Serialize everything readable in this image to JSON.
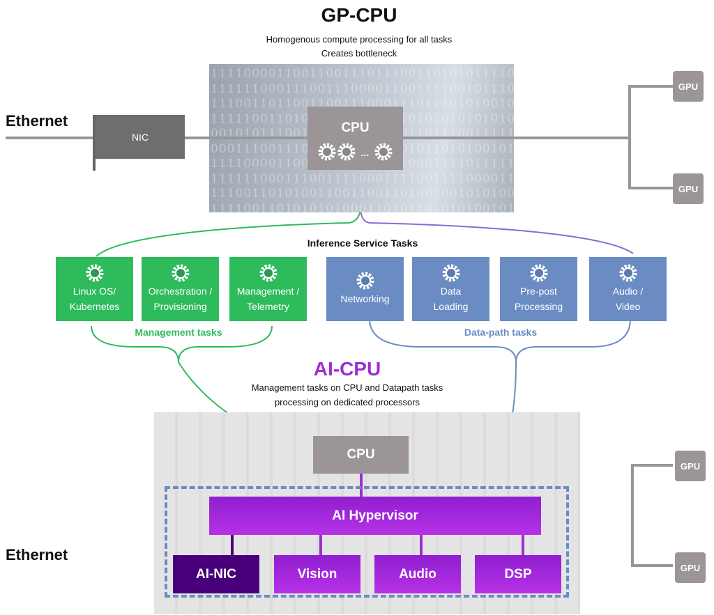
{
  "top": {
    "title": "GP-CPU",
    "subtitle": [
      "Homogenous compute processing for all tasks",
      "Creates bottleneck"
    ],
    "ethernet": "Ethernet",
    "nic": "NIC",
    "cpu": "CPU",
    "ellipsis": "...",
    "gpus": [
      "GPU",
      "GPU"
    ],
    "binary": "1111000011001100111011100110101011110000\n1111110001110011100001100111100101110000\n1110011011001100111000111011101010010101\n1111100110101011110001010101010101010110\n0010101110011101011100101101110011111100\n0001110011101001010101101011010100101110\n1111000011001101011000110001111011111100\n1111110001110011110001111001111000011100\n1110011010100110011001101001001010100111\n1111001101010101000110101101010100101110\n0010101110011011001100110011110001111100"
  },
  "tasks": {
    "heading": "Inference Service Tasks",
    "management": {
      "label": "Management tasks",
      "items": [
        [
          "Linux OS/",
          "Kubernetes"
        ],
        [
          "Orchestration /",
          "Provisioning"
        ],
        [
          "Management /",
          "Telemetry"
        ]
      ]
    },
    "datapath": {
      "label": "Data-path tasks",
      "items": [
        [
          "Networking"
        ],
        [
          "Data",
          "Loading"
        ],
        [
          "Pre-post",
          "Processing"
        ],
        [
          "Audio /",
          "Video"
        ]
      ]
    }
  },
  "bottom": {
    "title": "AI-CPU",
    "subtitle": [
      "Management tasks on CPU and Datapath tasks",
      "processing on dedicated processors"
    ],
    "ethernet": "Ethernet",
    "cpu": "CPU",
    "hypervisor": "AI Hypervisor",
    "units": [
      "AI-NIC",
      "Vision",
      "Audio",
      "DSP"
    ],
    "gpus": [
      "GPU",
      "GPU"
    ]
  },
  "colors": {
    "green": "#2dbb5b",
    "blue": "#6a8cc3",
    "purple": "#9b2fd0",
    "ainic": "#48007a",
    "gray": "#9b9598"
  }
}
